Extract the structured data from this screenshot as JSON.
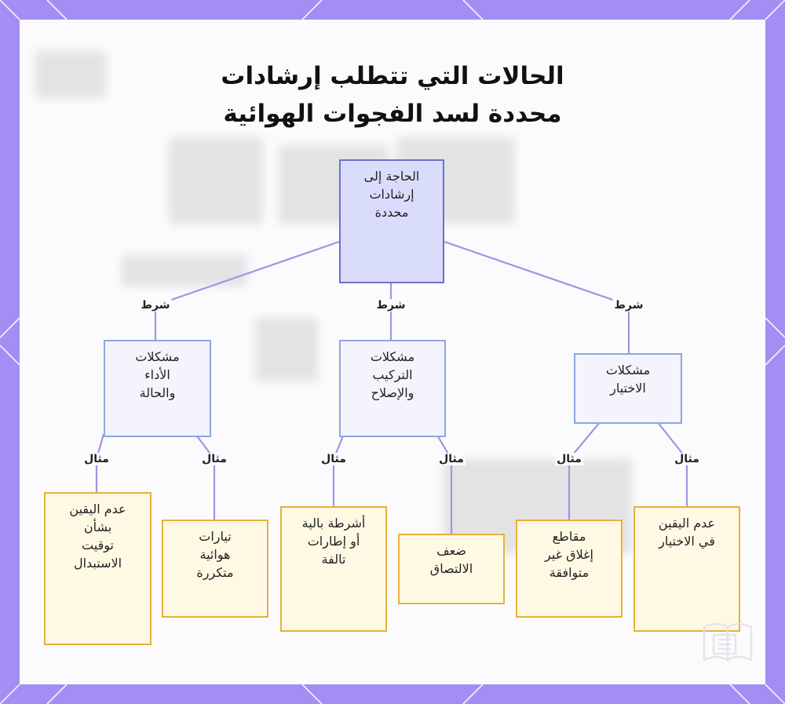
{
  "title": {
    "line1": "الحالات التي تتطلب إرشادات",
    "line2": "محددة لسد الفجوات الهوائية"
  },
  "root": {
    "label": "الحاجة إلى\nإرشادات\nمحددة"
  },
  "categories": [
    {
      "label": "مشكلات\nالأداء\nوالحالة",
      "edge": "شرط"
    },
    {
      "label": "مشكلات\nالتركيب\nوالإصلاح",
      "edge": "شرط"
    },
    {
      "label": "مشكلات\nالاختيار",
      "edge": "شرط"
    }
  ],
  "leaves": [
    {
      "label": "عدم اليقين\nبشأن\nتوقيت\nالاستبدال",
      "edge": "مثال"
    },
    {
      "label": "تيارات\nهوائية\nمتكررة",
      "edge": "مثال"
    },
    {
      "label": "أشرطة بالية\nأو إطارات\nتالفة",
      "edge": "مثال"
    },
    {
      "label": "ضعف\nالالتصاق",
      "edge": "مثال"
    },
    {
      "label": "مقاطع\nإغلاق غير\nمتوافقة",
      "edge": "مثال"
    },
    {
      "label": "عدم اليقين\nفي الاختيار",
      "edge": "مثال"
    }
  ],
  "colors": {
    "frame": "#a48df3",
    "connector": "#a790e2",
    "root_fill": "#dadcfb",
    "category_fill": "#f4f4fd",
    "leaf_fill": "#fff9e4",
    "leaf_border": "#e8b03a"
  },
  "icons": {
    "logo": "book-logo-icon"
  }
}
